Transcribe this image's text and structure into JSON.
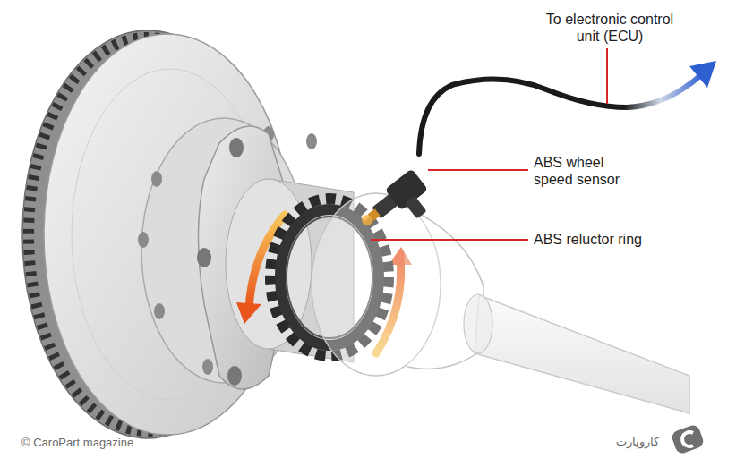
{
  "diagram": {
    "labels": [
      "To electronic control unit (ECU)",
      "ABS wheel speed sensor",
      "ABS reluctor ring",
      "© CaroPart magazine",
      "کاروپارت"
    ]
  }
}
